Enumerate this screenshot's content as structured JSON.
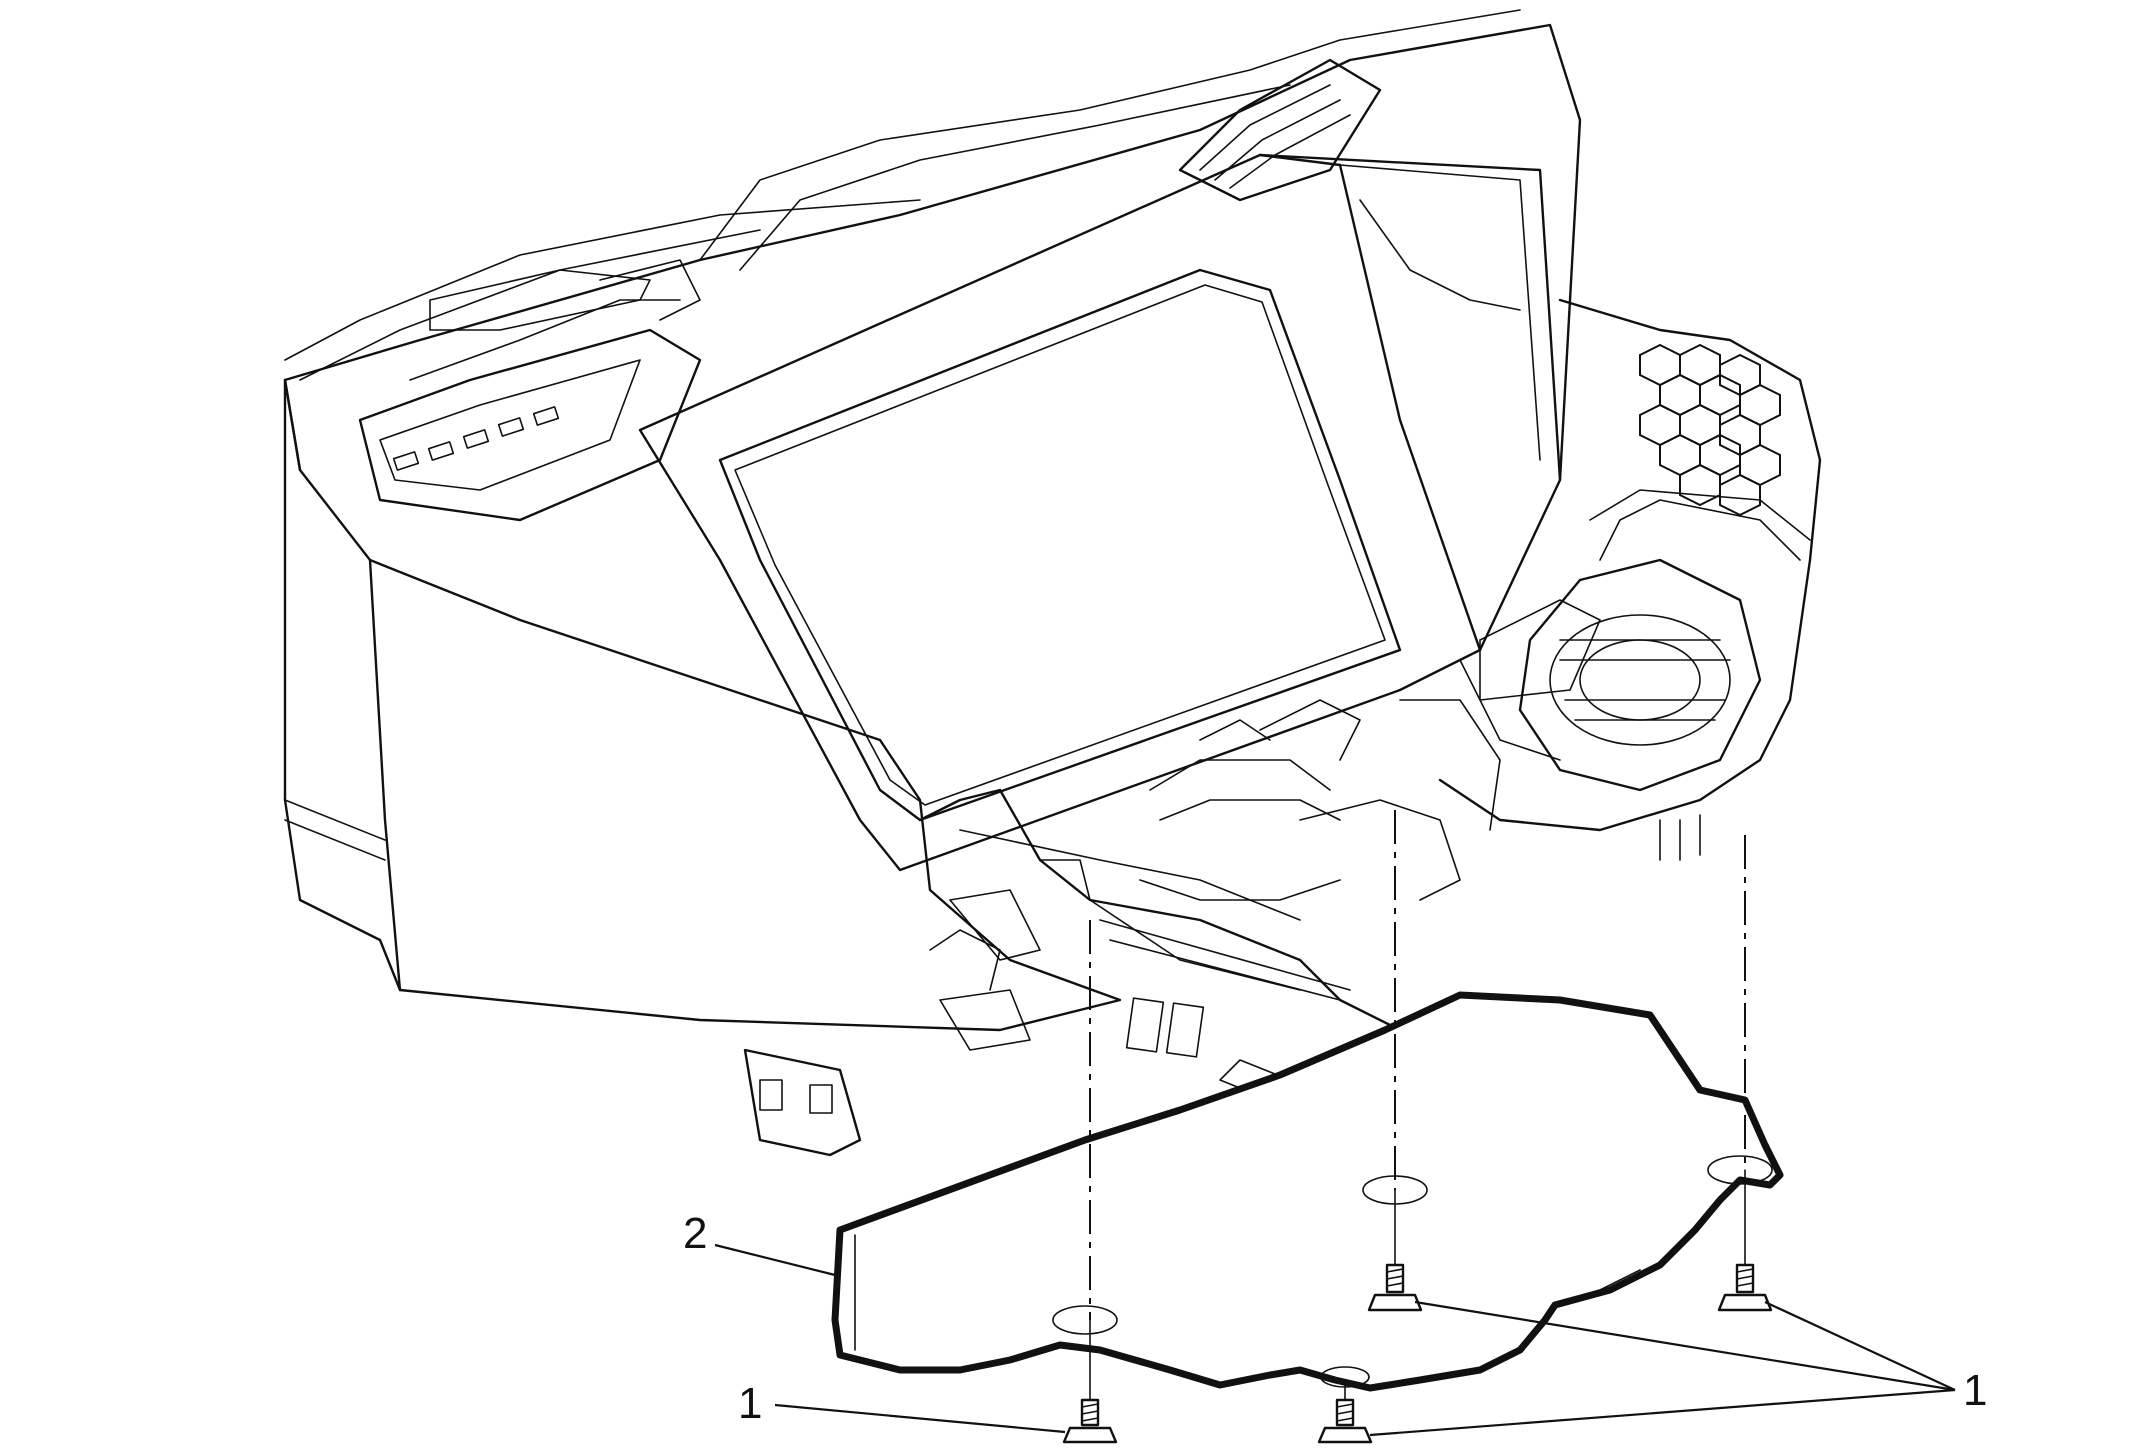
{
  "callouts": {
    "panel": "2",
    "fasteners_left": "1",
    "fasteners_right": "1"
  },
  "colors": {
    "ink": "#111111",
    "background": "#ffffff"
  }
}
